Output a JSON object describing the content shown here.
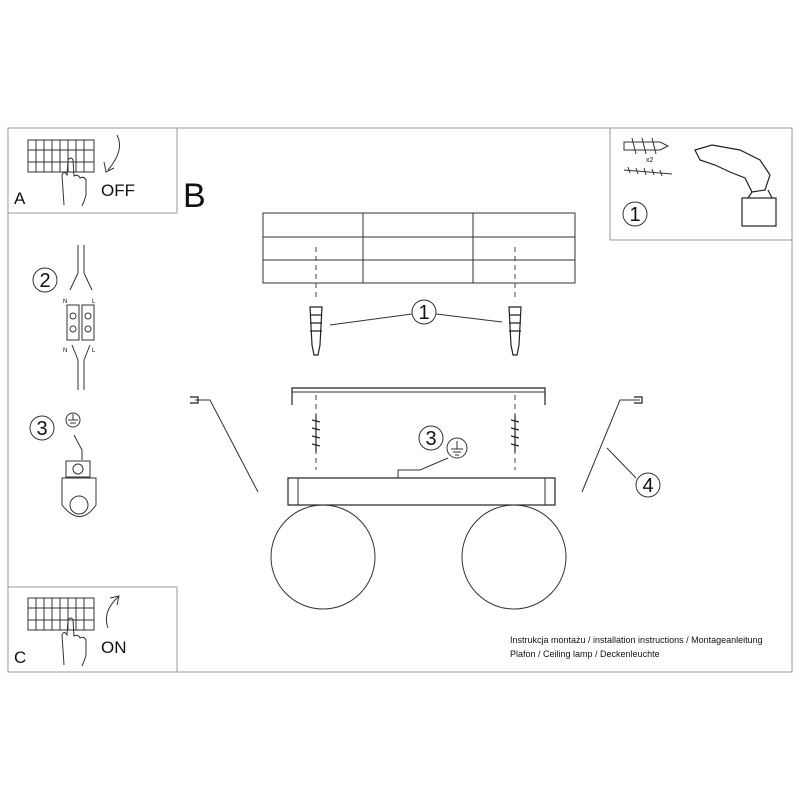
{
  "panels": {
    "a": {
      "letter": "A",
      "action": "OFF"
    },
    "b": {
      "letter": "B"
    },
    "c": {
      "letter": "C",
      "action": "ON"
    }
  },
  "steps": {
    "wiring": {
      "number": "2",
      "neutral": "N",
      "live": "L"
    },
    "ground": {
      "number": "3"
    },
    "tools": {
      "number": "1",
      "quantity": "x2"
    }
  },
  "diagram": {
    "callout_1": "1",
    "callout_3": "3",
    "callout_4": "4"
  },
  "footer": {
    "line1": "Instrukcja montażu / installation instructions / Montageanleitung",
    "line2": "Plafon / Ceiling lamp / Deckenleuchte"
  }
}
